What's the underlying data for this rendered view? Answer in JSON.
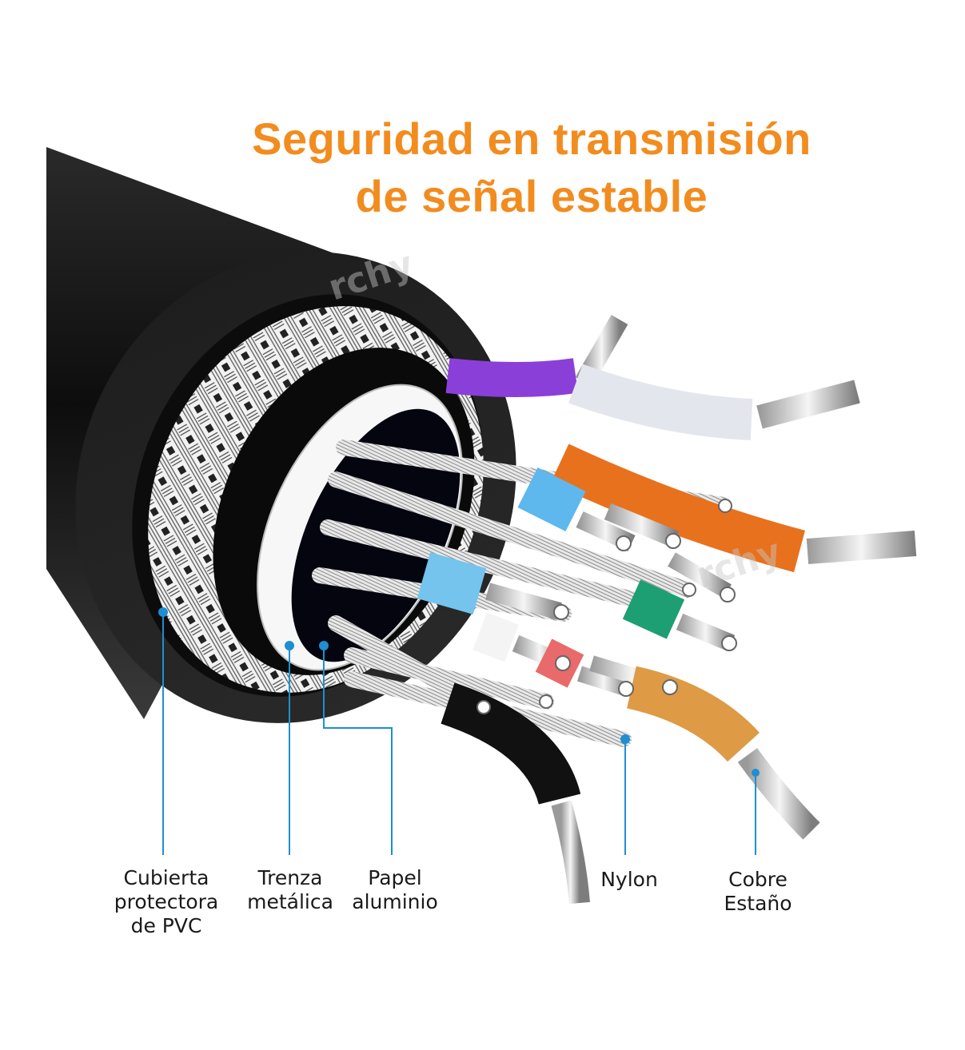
{
  "title": {
    "line1": "Seguridad en transmisión",
    "line2": "de señal estable",
    "color": "#F28C1E"
  },
  "callouts": [
    {
      "id": "pvc",
      "lines": [
        "Cubierta",
        "protectora",
        "de PVC"
      ]
    },
    {
      "id": "braid",
      "lines": [
        "Trenza",
        "metálica"
      ]
    },
    {
      "id": "foil",
      "lines": [
        "Papel",
        "aluminio"
      ]
    },
    {
      "id": "nylon",
      "lines": [
        "Nylon"
      ]
    },
    {
      "id": "copper",
      "lines": [
        "Cobre",
        "Estaño"
      ]
    }
  ],
  "callout_color": "#1E8FD0",
  "wire_colors": {
    "jacket": "#1b1b1b",
    "purple": "#8B3FD9",
    "white": "#E4E6EE",
    "orange": "#E8711E",
    "blue": "#5EB8EE",
    "green": "#1E9E73",
    "red": "#E86A6A",
    "tan": "#DE9A45",
    "black": "#111111"
  },
  "watermark": "rchy"
}
